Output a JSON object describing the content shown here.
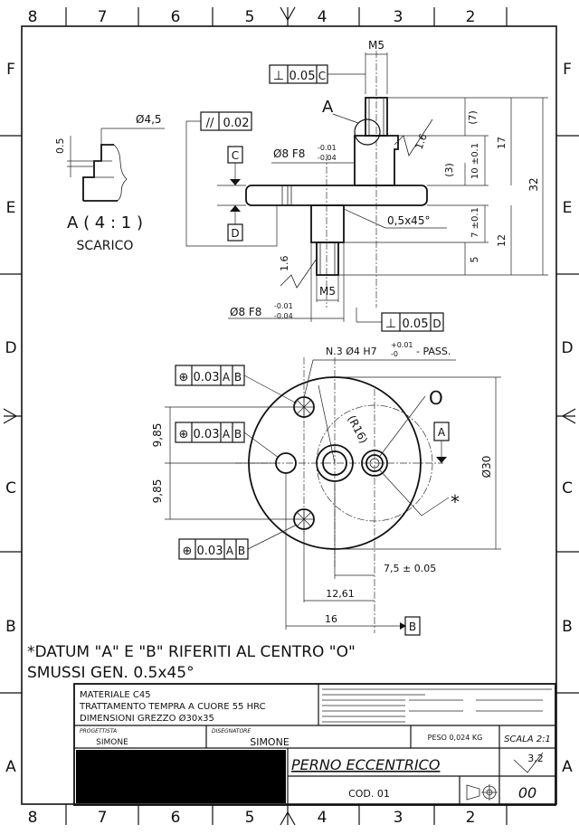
{
  "border": {
    "columns": [
      "8",
      "7",
      "6",
      "5",
      "4",
      "3",
      "2"
    ],
    "rows": [
      "F",
      "E",
      "D",
      "C",
      "B",
      "A"
    ]
  },
  "detail_view": {
    "dia": "Ø4,5",
    "depth": "0.5",
    "name": "A ( 4 : 1 )",
    "sub": "SCARICO"
  },
  "side_view": {
    "thread_top": "M5",
    "perp_top": "0.05",
    "perp_top_datum": "C",
    "view_letter": "A",
    "parallel": "0.02",
    "datum_c": "C",
    "datum_d": "D",
    "fit_top": "Ø8 F8",
    "fit_top_tol_up": "-0.01",
    "fit_top_tol_dn": "-0.04",
    "rough_top": "1.6",
    "dim_7": "(7)",
    "dim_3": "(3)",
    "dim_10": "10 ±0.1",
    "dim_17": "17",
    "dim_32": "32",
    "chamfer": "0,5x45°",
    "dim_7b": "7 ±0.1",
    "dim_5": "5",
    "dim_12": "12",
    "rough_bot": "1.6",
    "thread_bot": "M5",
    "fit_bot": "Ø8 F8",
    "fit_bot_tol_up": "-0.01",
    "fit_bot_tol_dn": "-0.04",
    "perp_bot": "0.05",
    "perp_bot_datum": "D"
  },
  "front_view": {
    "holes_note": "N.3 Ø4 H7",
    "holes_tol_up": "+0.01",
    "holes_tol_dn": "-0",
    "holes_pass": "- PASS.",
    "pos_tol": "0.03",
    "pos_datum_a": "A",
    "pos_datum_b": "B",
    "radius": "(R16)",
    "origin": "O",
    "datum_a": "A",
    "dia_30": "Ø30",
    "dim_985_top": "9,85",
    "dim_985_bot": "9,85",
    "star": "*",
    "dim_75": "7,5 ± 0.05",
    "dim_1261": "12,61",
    "dim_16": "16",
    "datum_b": "B"
  },
  "notes": {
    "line1": "*DATUM \"A\" E \"B\" RIFERITI AL CENTRO \"O\"",
    "line2": "SMUSSI GEN. 0.5x45°"
  },
  "title_block": {
    "materiale": "MATERIALE  C45",
    "trattamento": "TRATTAMENTO TEMPRA A CUORE 55 HRC",
    "grezzo": "DIMENSIONI GREZZO Ø30x35",
    "progettista_label": "PROGETTISTA",
    "progettista": "SIMONE",
    "disegnatore_label": "DISEGNATORE",
    "disegnatore": "SIMONE",
    "peso": "PESO 0,024 KG",
    "scala": "SCALA 2:1",
    "titolo": "PERNO ECCENTRICO",
    "codice": "COD. 01",
    "rough_general": "3,2",
    "revisione": "00"
  }
}
